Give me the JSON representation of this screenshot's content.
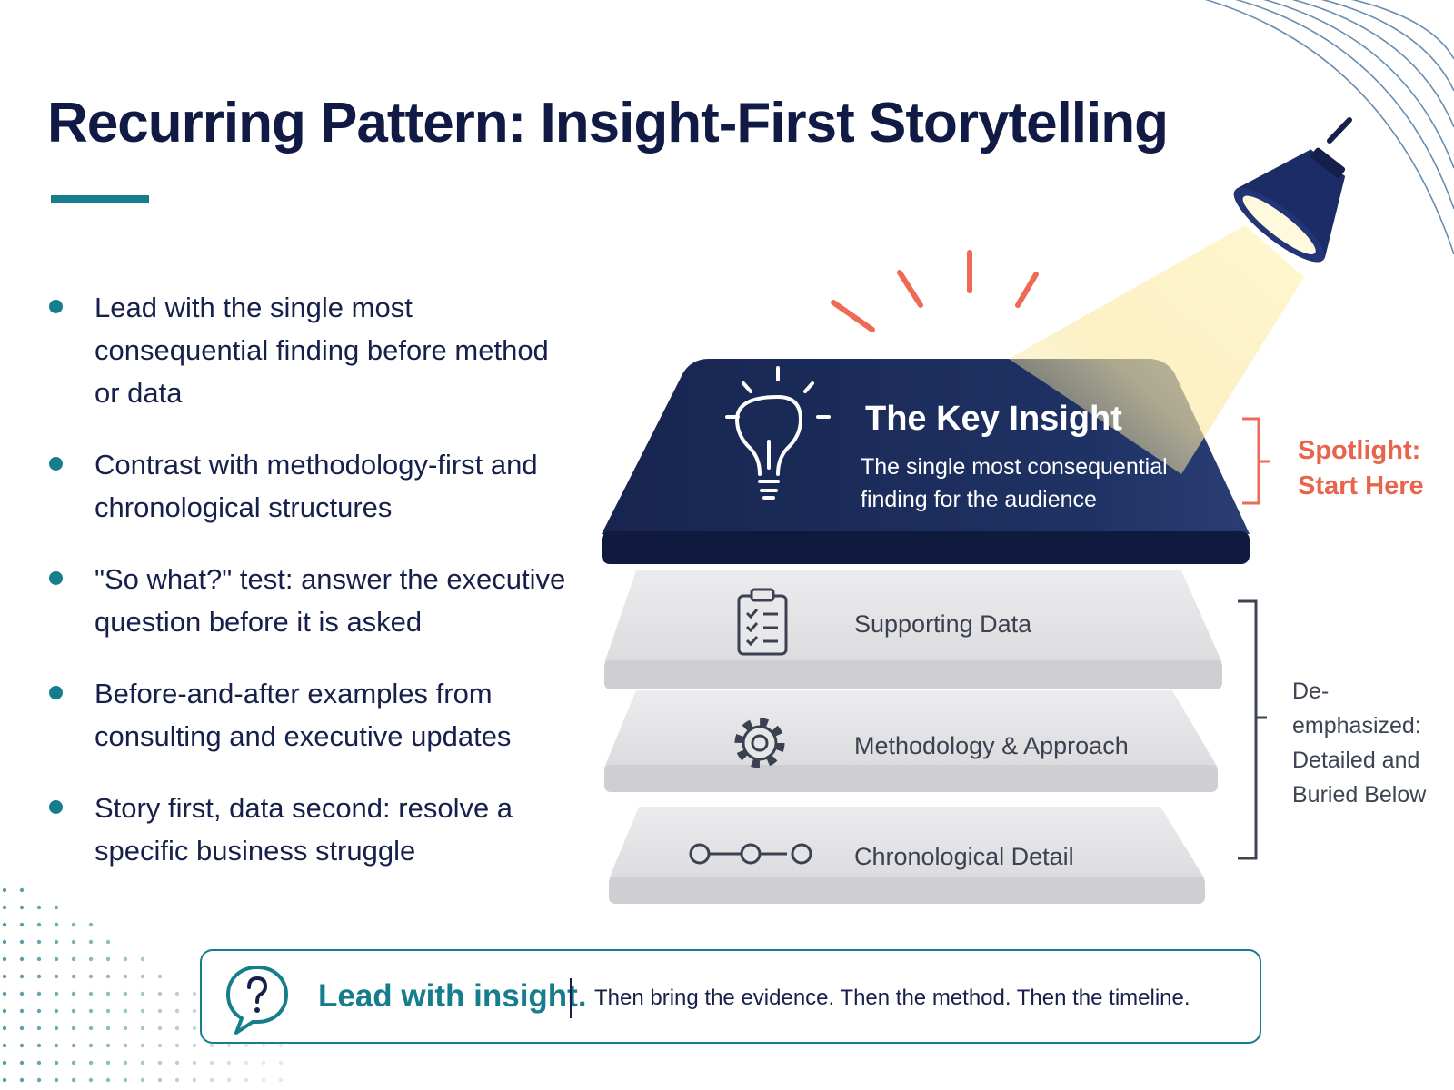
{
  "title": "Recurring Pattern: Insight-First Storytelling",
  "bullets": [
    "Lead with the single most consequential finding before method or data",
    "Contrast with methodology-first and chronological structures",
    "\"So what?\" test: answer the executive question before it is asked",
    "Before-and-after examples from consulting and executive updates",
    "Story first, data second: resolve a specific business struggle"
  ],
  "diagram": {
    "top_layer": {
      "title": "The Key Insight",
      "description": "The single most consequential finding for the audience",
      "icon": "lightbulb-icon"
    },
    "layers": [
      {
        "label": "Supporting Data",
        "icon": "clipboard-checklist-icon"
      },
      {
        "label": "Methodology & Approach",
        "icon": "gear-icon"
      },
      {
        "label": "Chronological Detail",
        "icon": "timeline-icon"
      }
    ],
    "spotlight_label": "Spotlight: Start Here",
    "deemphasized_label": "De-emphasized: Detailed and Buried Below"
  },
  "callout": {
    "icon": "question-bubble-icon",
    "lead": "Lead with insight.",
    "rest": "Then bring the evidence. Then the method. Then the timeline."
  },
  "colors": {
    "navy": "#1b2b5a",
    "teal": "#167d8c",
    "coral": "#e8644c",
    "layer_gray": "#e2e2e4"
  }
}
